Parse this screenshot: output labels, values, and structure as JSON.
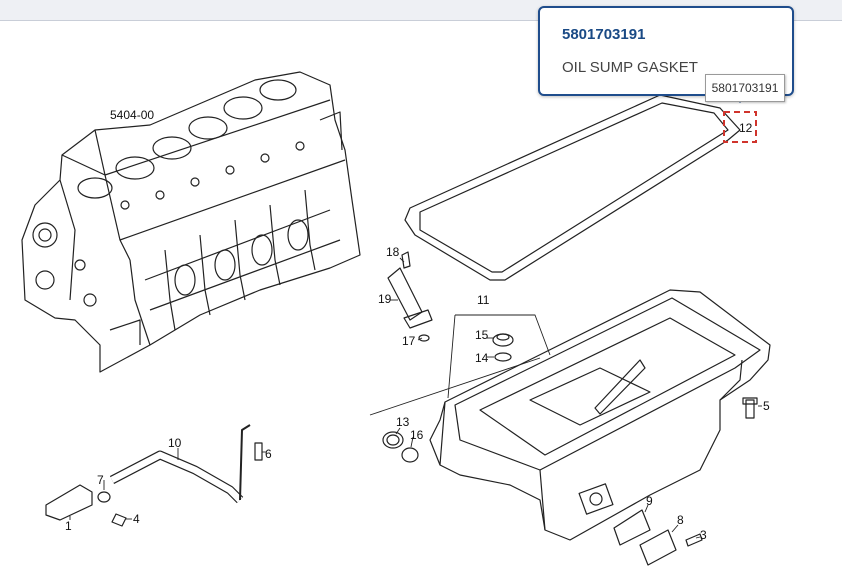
{
  "selected_part": {
    "part_number": "5801703191",
    "description": "OIL SUMP GASKET",
    "tooltip": "5801703191"
  },
  "diagram": {
    "group_label": "5404-00",
    "callouts": [
      "1",
      "3",
      "4",
      "5",
      "6",
      "7",
      "8",
      "9",
      "10",
      "11",
      "12",
      "13",
      "14",
      "15",
      "16",
      "17",
      "18",
      "19"
    ]
  },
  "colors": {
    "accent": "#1f4d8c",
    "highlight": "#d0342c"
  }
}
